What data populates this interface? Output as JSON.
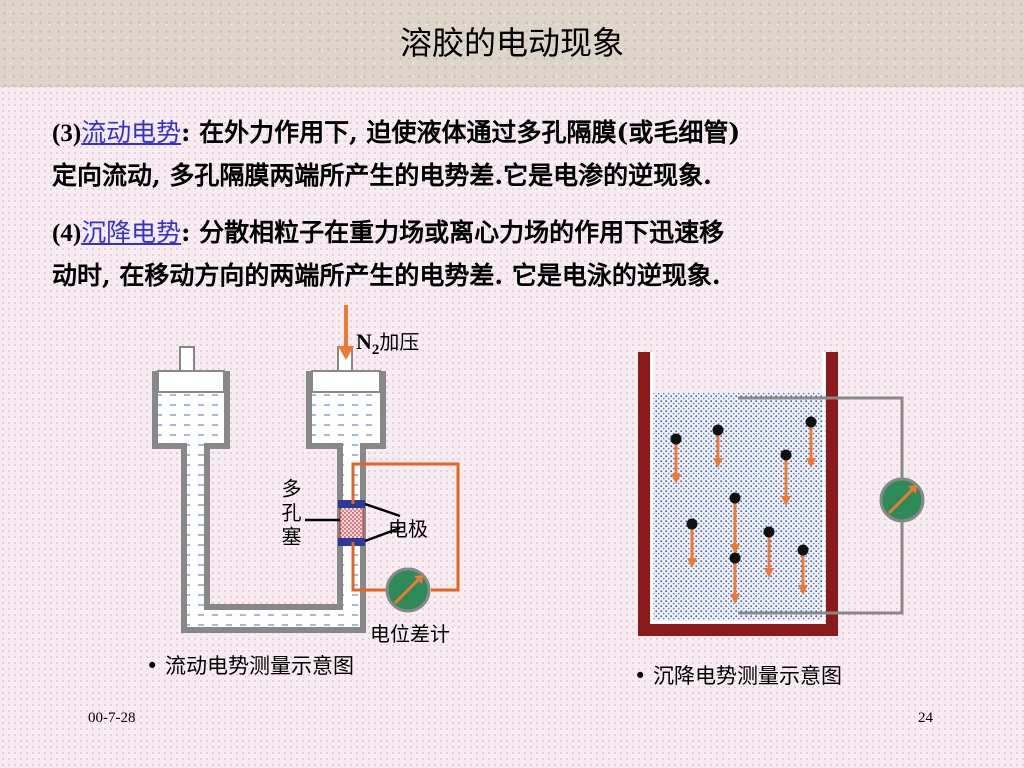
{
  "slide": {
    "title": "溶胶的电动现象",
    "date": "00-7-28",
    "page_number": "24"
  },
  "paragraphs": [
    {
      "number": "(3)",
      "term": "流动电势",
      "line1_rest": ": 在外力作用下, 迫使液体通过多孔隔膜(或毛细管)",
      "line2": "定向流动, 多孔隔膜两端所产生的电势差.它是电渗的逆现象."
    },
    {
      "number": "(4)",
      "term": "沉降电势",
      "line1_rest": ": 分散相粒子在重力场或离心力场的作用下迅速移",
      "line2": "动时, 在移动方向的两端所产生的电势差. 它是电泳的逆现象."
    }
  ],
  "left_diagram": {
    "n2_label": "N",
    "n2_subscript": "2",
    "pressure_label": "加压",
    "porous_plug_label": "多孔塞",
    "electrode_label": "电极",
    "potentiometer_label": "电位差计",
    "caption": "• 流动电势测量示意图"
  },
  "right_diagram": {
    "caption": "• 沉降电势测量示意图"
  },
  "colors": {
    "term": "#3333cc",
    "wire": "#e8641e",
    "meter": "#2e8b57",
    "beaker": "#8b1a1a",
    "particle_arrow": "#f07830"
  }
}
